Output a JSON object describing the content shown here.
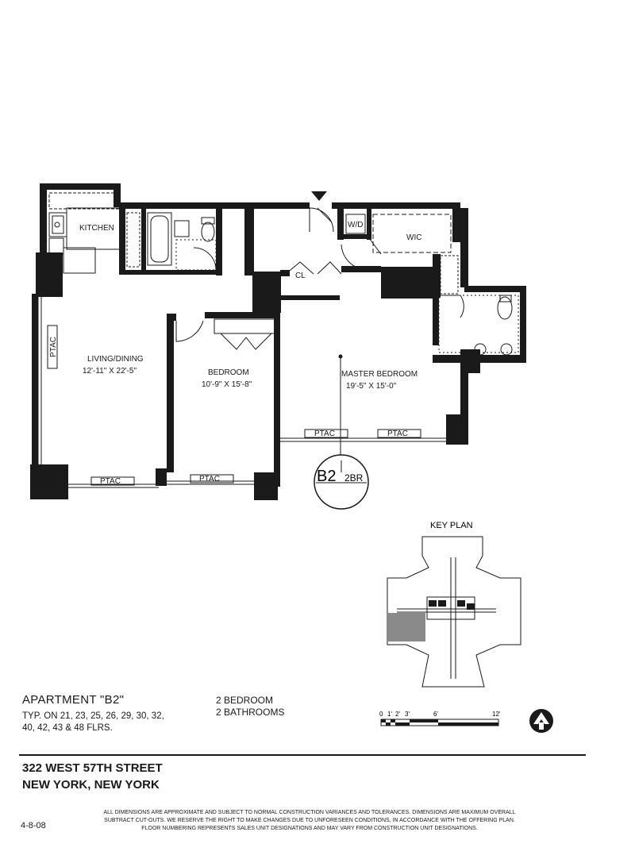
{
  "plan": {
    "rooms": {
      "kitchen": "KITCHEN",
      "living_name": "LIVING/DINING",
      "living_dim": "12'-11\" X 22'-5\"",
      "bedroom_name": "BEDROOM",
      "bedroom_dim": "10'-9\" X 15'-8\"",
      "master_name": "MASTER BEDROOM",
      "master_dim": "19'-5\" X 15'-0\"",
      "closet": "CL",
      "washer_dryer": "W/D",
      "walk_in_closet": "WIC"
    },
    "ptac_label": "PTAC",
    "unit_badge": {
      "unit": "B2",
      "type": "2BR"
    }
  },
  "key_plan": {
    "title": "KEY PLAN"
  },
  "scale_bar": {
    "labels": [
      "0",
      "1'",
      "2'",
      "3'",
      "6'",
      "12'"
    ]
  },
  "apartment": {
    "title": "APARTMENT \"B2\"",
    "floors_line1": "TYP. ON 21, 23, 25, 26, 29, 30, 32,",
    "floors_line2": "40, 42, 43 & 48  FLRS.",
    "bedrooms": "2 BEDROOM",
    "bathrooms": "2 BATHROOMS"
  },
  "address": {
    "line1": "322 WEST 57TH STREET",
    "line2": "NEW YORK, NEW YORK"
  },
  "date": "4-8-08",
  "disclaimer": {
    "line1": "All dimensions are approximate and subject to normal construction variances and tolerances. Dimensions are maximum overall",
    "line2": "subtract cut-outs. We reserve the right to make changes due to unforeseen conditions, in accordance with the offering plan.",
    "line3": "Floor numbering represents sales unit designations and may vary from construction unit designations."
  }
}
